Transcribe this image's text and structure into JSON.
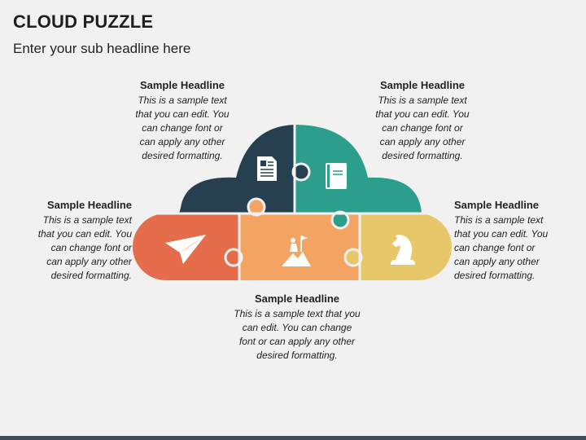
{
  "slide": {
    "title": "CLOUD PUZZLE",
    "subtitle": "Enter your sub headline here"
  },
  "blocks": [
    {
      "headline": "Sample Headline",
      "lines": [
        "This is a sample text",
        "that you can edit. You",
        "can change font or",
        "can apply any other",
        "desired formatting."
      ]
    },
    {
      "headline": "Sample Headline",
      "lines": [
        "This is a sample text",
        "that you can edit. You",
        "can change font or",
        "can apply any other",
        "desired formatting."
      ]
    },
    {
      "headline": "Sample Headline",
      "lines": [
        "This is a sample text",
        "that you can edit. You",
        "can change font or",
        "can apply any other",
        "desired formatting."
      ]
    },
    {
      "headline": "Sample Headline",
      "lines": [
        "This is a sample text",
        "that you can edit. You",
        "can change font or",
        "can apply any other",
        "desired formatting."
      ]
    },
    {
      "headline": "Sample Headline",
      "lines": [
        "This is a sample text that you",
        "can edit. You can change",
        "font or can apply any other",
        "desired formatting."
      ]
    }
  ],
  "pieces": [
    {
      "name": "top-left",
      "color": "#26404f",
      "icon": "document-icon"
    },
    {
      "name": "top-right",
      "color": "#2b9e8c",
      "icon": "book-icon"
    },
    {
      "name": "bottom-left",
      "color": "#e66d4c",
      "icon": "paper-plane-icon"
    },
    {
      "name": "bottom-middle",
      "color": "#f4a462",
      "icon": "summit-flag-icon"
    },
    {
      "name": "bottom-right",
      "color": "#e8c76b",
      "icon": "chess-knight-icon"
    }
  ],
  "colors": {
    "background": "#f1f1f1",
    "bottom_bar": "#3c4d5f"
  }
}
